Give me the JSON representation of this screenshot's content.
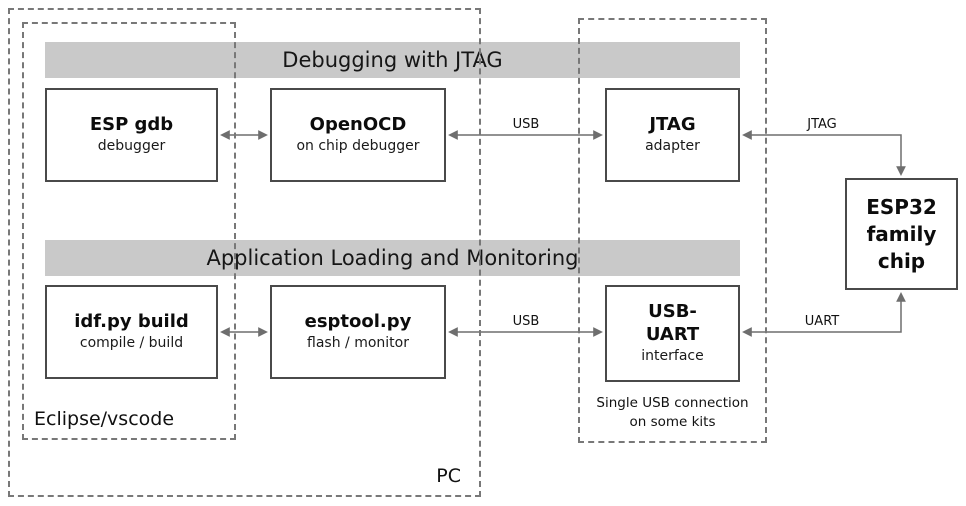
{
  "sections": {
    "debugging": {
      "title": "Debugging with JTAG"
    },
    "loading": {
      "title": "Application Loading and Monitoring"
    }
  },
  "boxes": {
    "esp_gdb": {
      "title": "ESP gdb",
      "subtitle": "debugger"
    },
    "openocd": {
      "title": "OpenOCD",
      "subtitle": "on chip debugger"
    },
    "jtag_adapter": {
      "title": "JTAG",
      "subtitle": "adapter"
    },
    "idf_build": {
      "title": "idf.py build",
      "subtitle": "compile / build"
    },
    "esptool": {
      "title": "esptool.py",
      "subtitle": "flash / monitor"
    },
    "usb_uart": {
      "line1": "USB-",
      "line2": "UART",
      "subtitle": "interface"
    },
    "esp32_chip": {
      "line1": "ESP32",
      "line2": "family",
      "line3": "chip"
    }
  },
  "connections": {
    "usb_jtag_label": "USB",
    "usb_uart_label": "USB",
    "jtag_label": "JTAG",
    "uart_label": "UART"
  },
  "containers": {
    "pc_label": "PC",
    "ide_label": "Eclipse/vscode",
    "kit_note": "Single USB connection on some kits"
  },
  "colors": {
    "bar_bg": "#c9c9c9",
    "box_border": "#4a4a4a",
    "dash_border": "#787878",
    "arrow": "#6e6e6e"
  }
}
